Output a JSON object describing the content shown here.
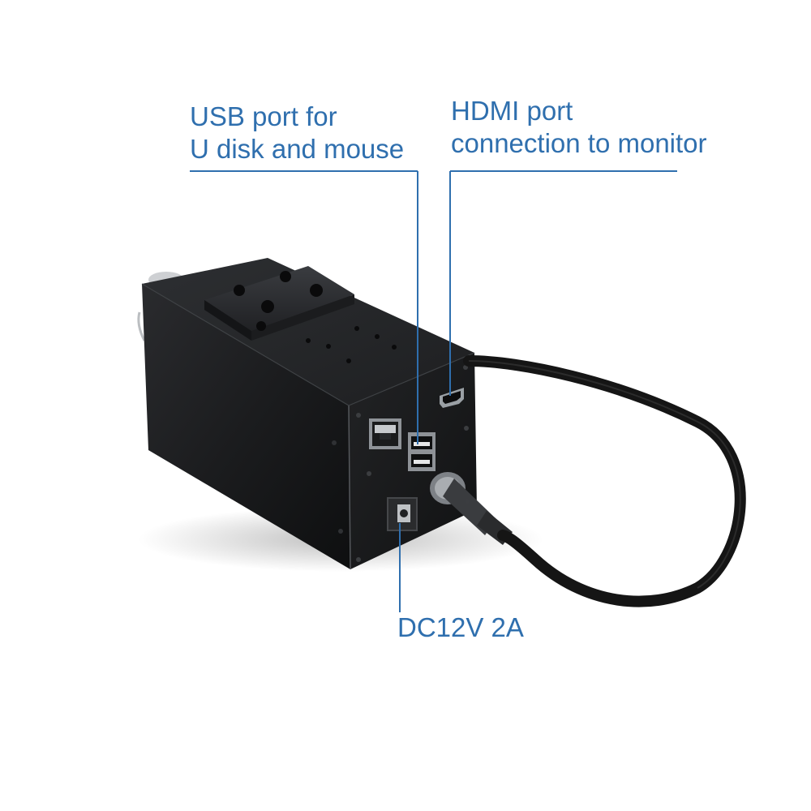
{
  "callouts": {
    "usb": {
      "line1": "USB port for",
      "line2": "U disk and mouse"
    },
    "hdmi": {
      "line1": "HDMI port",
      "line2": "connection to monitor"
    },
    "power": {
      "text": "DC12V 2A"
    }
  },
  "colors": {
    "label_text": "#2f6fae",
    "leader_line": "#2f6fae",
    "enclosure": "#1a1b1d",
    "cable": "#141414"
  },
  "icons": [
    "usb-port-icon",
    "hdmi-port-icon",
    "ethernet-port-icon",
    "dc-jack-icon",
    "aviation-connector-icon"
  ]
}
